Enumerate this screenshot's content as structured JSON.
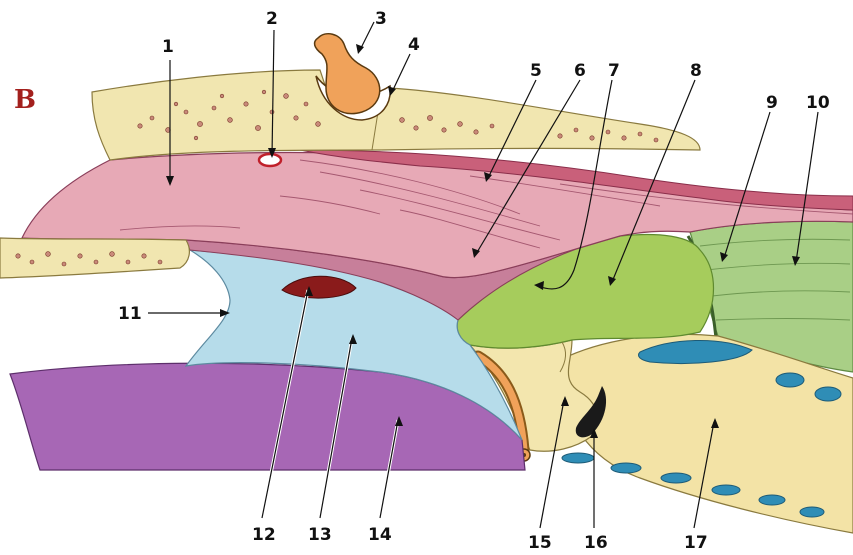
{
  "panel_letter": "B",
  "labels": [
    "1",
    "2",
    "3",
    "4",
    "5",
    "6",
    "7",
    "8",
    "9",
    "10",
    "11",
    "12",
    "13",
    "14",
    "15",
    "16",
    "17"
  ],
  "colors": {
    "bone": "#f1e6b0",
    "muscle": "#e7a9b6",
    "muscle_dark": "#c9607a",
    "blue": "#b6dcea",
    "purple": "#a767b5",
    "green": "#a6cc5c",
    "green_dark": "#7fae55",
    "orange": "#f0a25a",
    "red": "#8a1b1b",
    "teal": "#2f8db6",
    "panel": "#a3201d"
  }
}
